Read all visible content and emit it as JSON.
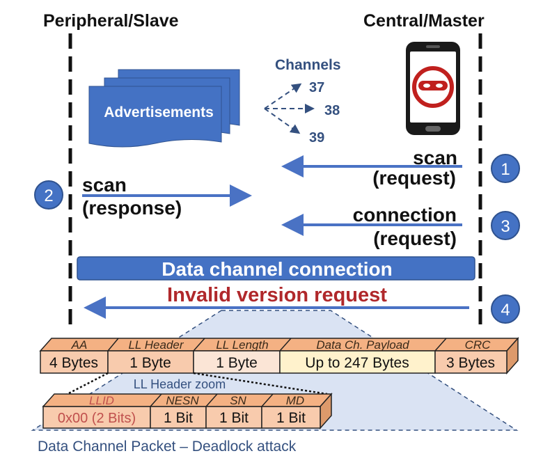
{
  "headers": {
    "left": "Peripheral/Slave",
    "right": "Central/Master"
  },
  "advertisements": {
    "label": "Advertisements",
    "channels_title": "Channels",
    "channels": [
      "37",
      "38",
      "39"
    ]
  },
  "steps": [
    {
      "number": "1",
      "line1": "scan",
      "line2": "(request)"
    },
    {
      "number": "2",
      "line1": "scan",
      "line2": "(response)"
    },
    {
      "number": "3",
      "line1": "connection",
      "line2": "(request)"
    },
    {
      "number": "4",
      "line1": "Invalid version request"
    }
  ],
  "data_channel_label": "Data channel connection",
  "packet": {
    "fields": [
      {
        "label": "AA",
        "value": "4 Bytes"
      },
      {
        "label": "LL Header",
        "value": "1 Byte"
      },
      {
        "label": "LL Length",
        "value": "1 Byte"
      },
      {
        "label": "Data Ch. Payload",
        "value": "Up to 247 Bytes"
      },
      {
        "label": "CRC",
        "value": "3 Bytes"
      }
    ],
    "zoom_label": "LL Header zoom",
    "header_fields": [
      {
        "label": "LLID",
        "value": "0x00 (2 Bits)"
      },
      {
        "label": "NESN",
        "value": "1 Bit"
      },
      {
        "label": "SN",
        "value": "1 Bit"
      },
      {
        "label": "MD",
        "value": "1 Bit"
      }
    ],
    "caption": "Data Channel Packet – Deadlock attack"
  },
  "colors": {
    "arrow_blue": "#4a72c4",
    "badge_blue": "#4472c4",
    "doc_blue": "#4472c4",
    "data_bar": "#4472c4",
    "invalid_red": "#b0282b",
    "cell_orange": "#f8cbad",
    "cell_peach": "#fbe5d6",
    "cell_cream": "#fff2cc",
    "cell_top": "#f4b183",
    "llid_red": "#c0504d",
    "triangle_fill": "#dae3f3"
  },
  "icons": [
    "phone-icon",
    "robber-mask-icon"
  ]
}
